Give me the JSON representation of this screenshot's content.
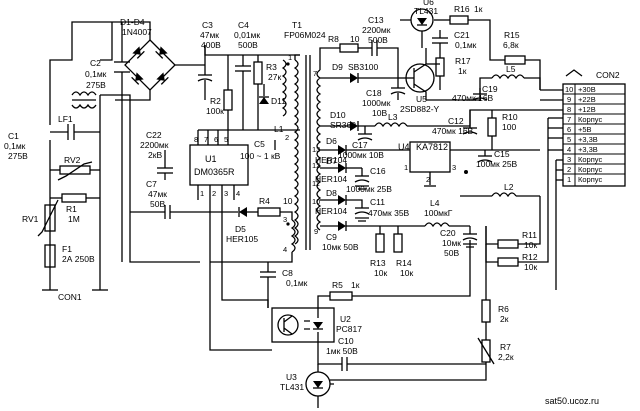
{
  "connector_con1": {
    "label": "CON1"
  },
  "connector_con2": {
    "label": "CON2",
    "pins": [
      {
        "num": "10",
        "name": "+30В"
      },
      {
        "num": "9",
        "name": "+22В"
      },
      {
        "num": "8",
        "name": "+12В"
      },
      {
        "num": "7",
        "name": "Корпус"
      },
      {
        "num": "6",
        "name": "+5В"
      },
      {
        "num": "5",
        "name": "+3,3В"
      },
      {
        "num": "4",
        "name": "+3,3В"
      },
      {
        "num": "3",
        "name": "Корпус"
      },
      {
        "num": "2",
        "name": "Корпус"
      },
      {
        "num": "1",
        "name": "Корпус"
      }
    ]
  },
  "components": {
    "c1": {
      "ref": "C1",
      "v1": "0,1мк",
      "v2": "275В"
    },
    "c2": {
      "ref": "C2",
      "v1": "0,1мк",
      "v2": "275В"
    },
    "lf1": {
      "ref": "LF1"
    },
    "rv1": {
      "ref": "RV1"
    },
    "rv2": {
      "ref": "RV2"
    },
    "r1": {
      "ref": "R1",
      "v1": "1М"
    },
    "f1": {
      "ref": "F1",
      "v1": "2А 250В"
    },
    "d1d4": {
      "ref": "D1-D4",
      "v1": "1N4007"
    },
    "c3": {
      "ref": "C3",
      "v1": "47мк",
      "v2": "400В"
    },
    "c4": {
      "ref": "C4",
      "v1": "0,01мк",
      "v2": "500В"
    },
    "r3": {
      "ref": "R3",
      "v1": "27к"
    },
    "d11": {
      "ref": "D11"
    },
    "l1": {
      "ref": "L1"
    },
    "r2": {
      "ref": "R2",
      "v1": "100к"
    },
    "c22": {
      "ref": "C22",
      "v1": "2200мк",
      "v2": "2кВ"
    },
    "u1": {
      "ref": "U1",
      "v1": "DM0365R"
    },
    "c5": {
      "ref": "C5",
      "v1": "100 ~ 1 кВ"
    },
    "c7": {
      "ref": "C7",
      "v1": "47мк",
      "v2": "50В"
    },
    "d5": {
      "ref": "D5",
      "v1": "HER105"
    },
    "r4": {
      "ref": "R4",
      "v1": "10"
    },
    "t1": {
      "ref": "T1",
      "v1": "FP06M024"
    },
    "r8": {
      "ref": "R8",
      "v1": "10"
    },
    "c13": {
      "ref": "C13",
      "v1": "2200мк",
      "v2": "500В"
    },
    "d9": {
      "ref": "D9",
      "v1": "SB3100"
    },
    "c18": {
      "ref": "C18",
      "v1": "1000мк",
      "v2": "10В"
    },
    "u6": {
      "ref": "U6",
      "v1": "TL431"
    },
    "r16": {
      "ref": "R16",
      "v1": "1к"
    },
    "c21": {
      "ref": "C21",
      "v1": "0,1мк"
    },
    "r15": {
      "ref": "R15",
      "v1": "6,8к"
    },
    "r17": {
      "ref": "R17",
      "v1": "1к"
    },
    "u5": {
      "ref": "U5",
      "v1": "2SD882-Y"
    },
    "l5": {
      "ref": "L5"
    },
    "c19": {
      "ref": "C19",
      "v1": "470мк 16В"
    },
    "d10": {
      "ref": "D10",
      "v1": "SR360"
    },
    "l3": {
      "ref": "L3"
    },
    "c17": {
      "ref": "C17",
      "v1": "1000мк 10В"
    },
    "c12": {
      "ref": "C12",
      "v1": "470мк 16В"
    },
    "r10": {
      "ref": "R10",
      "v1": "100"
    },
    "d6": {
      "ref": "D6",
      "v1": "HER104"
    },
    "u4": {
      "ref": "U4",
      "v1": "KA7812"
    },
    "c15": {
      "ref": "C15",
      "v1": "100мк 25В"
    },
    "d7": {
      "ref": "D7",
      "v1": "HER104"
    },
    "c16": {
      "ref": "C16",
      "v1": "1000мк 25В"
    },
    "l2": {
      "ref": "L2"
    },
    "d8": {
      "ref": "D8",
      "v1": "HER104"
    },
    "c11": {
      "ref": "C11",
      "v1": "470мк 35В"
    },
    "l4": {
      "ref": "L4",
      "v1": "100мкГ"
    },
    "c9": {
      "ref": "C9",
      "v1": "10мк 50В"
    },
    "r13": {
      "ref": "R13",
      "v1": "10к"
    },
    "r14": {
      "ref": "R14",
      "v1": "10к"
    },
    "c20": {
      "ref": "C20",
      "v1": "10мк",
      "v2": "50В"
    },
    "r11": {
      "ref": "R11",
      "v1": "10к"
    },
    "r12": {
      "ref": "R12",
      "v1": "10к"
    },
    "c8": {
      "ref": "C8",
      "v1": "0,1мк"
    },
    "r5": {
      "ref": "R5",
      "v1": "1к"
    },
    "u2": {
      "ref": "U2",
      "v1": "PC817"
    },
    "r6": {
      "ref": "R6",
      "v1": "2к"
    },
    "c10": {
      "ref": "C10",
      "v1": "1мк 50В"
    },
    "r7": {
      "ref": "R7",
      "v1": "2,2к"
    },
    "u3": {
      "ref": "U3",
      "v1": "TL431"
    }
  },
  "pin_labels": {
    "u1_top": [
      "8",
      "7",
      "6",
      "5"
    ],
    "u1_bottom": [
      "1",
      "2",
      "3",
      "4"
    ],
    "u4": [
      "1",
      "2",
      "3"
    ],
    "t1_primary": [
      "1",
      "2",
      "3",
      "4"
    ],
    "t1_secondary": [
      "7",
      "9",
      "10",
      "11",
      "12",
      "13"
    ]
  },
  "watermark": {
    "text": "sat50.ucoz.ru"
  }
}
